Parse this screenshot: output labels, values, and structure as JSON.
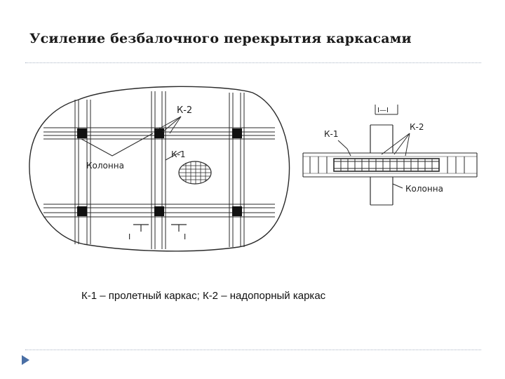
{
  "slide": {
    "title": "Усиление безбалочного перекрытия каркасами",
    "caption": "К-1 – пролетный каркас; К-2 – надопорный каркас"
  },
  "plan": {
    "label_k2": "К-2",
    "label_k1": "К-1",
    "label_column": "Колонна",
    "section_mark_left": "I",
    "section_mark_right": "I"
  },
  "section": {
    "title": "I—I",
    "label_k1": "К-1",
    "label_k2": "К-2",
    "label_column": "Колонна"
  },
  "colors": {
    "line": "#2a2a2a",
    "rule": "#a9b4c4",
    "bullet": "#4a6fa5"
  }
}
